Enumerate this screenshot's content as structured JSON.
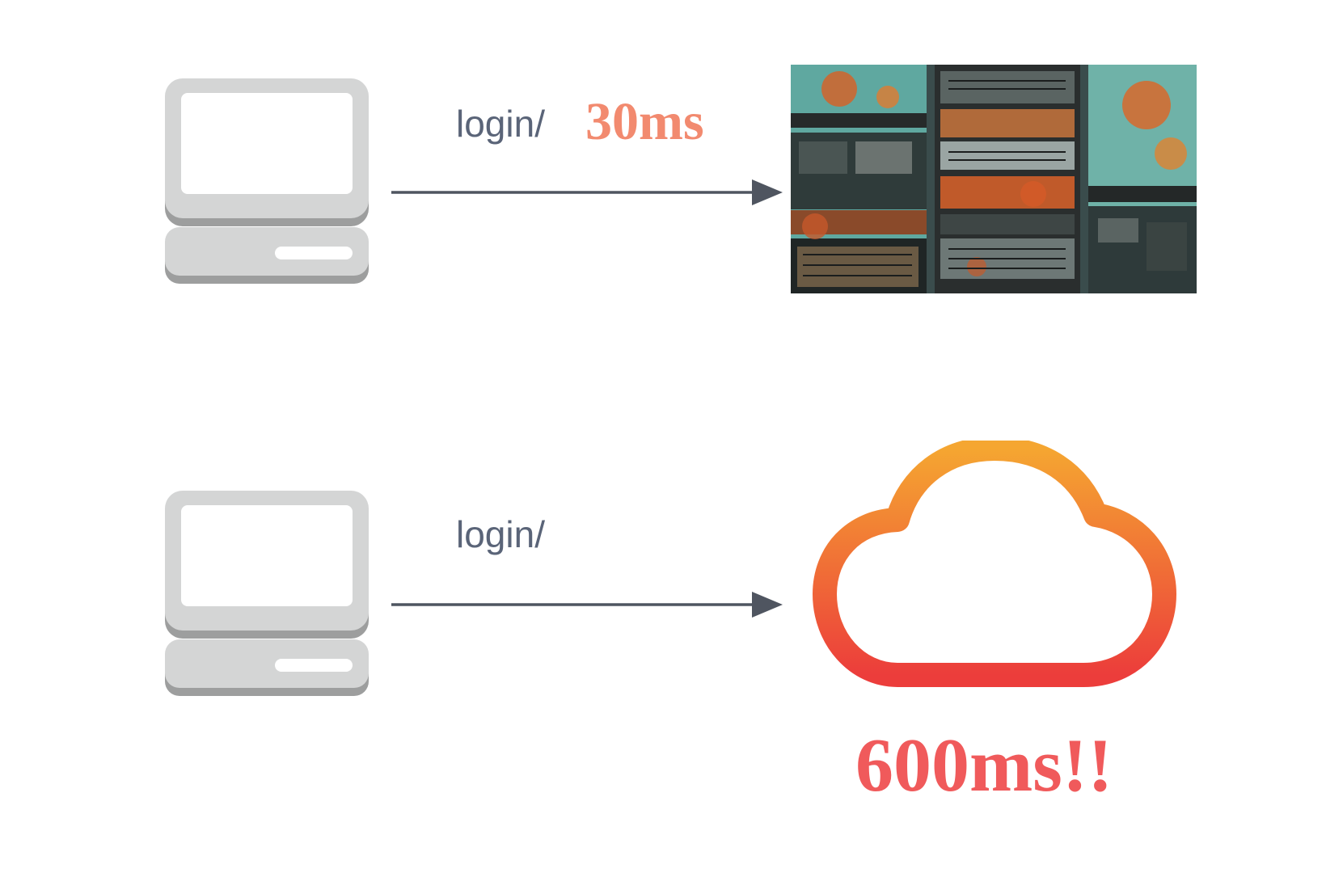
{
  "top_row": {
    "request_label": "login/",
    "latency": "30ms",
    "latency_color": "#f28a6f",
    "client_icon": "desktop-computer-icon",
    "server_visual": "server-rack-photo"
  },
  "bottom_row": {
    "request_label": "login/",
    "latency": "600ms!!",
    "latency_color": "#f05a5b",
    "client_icon": "desktop-computer-icon",
    "server_icon": "cloud-icon"
  },
  "colors": {
    "arrow": "#4f5560",
    "computer_body": "#d4d5d5",
    "computer_shadow": "#9d9e9e",
    "cloud_gradient_top": "#f5a631",
    "cloud_gradient_bottom": "#ec3d3b"
  }
}
